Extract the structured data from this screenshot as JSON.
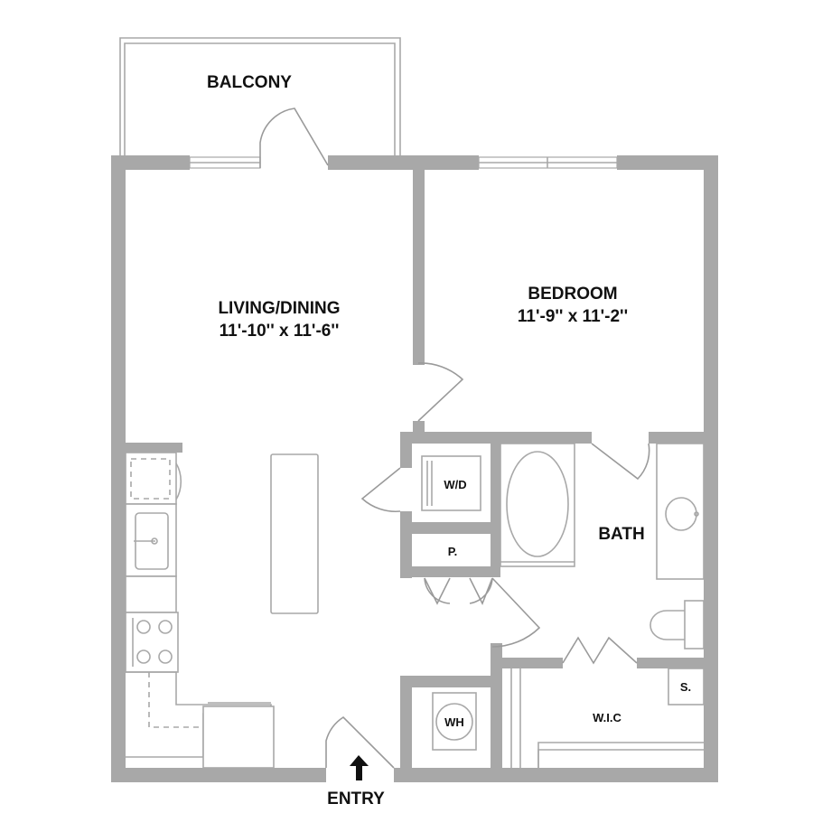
{
  "rooms": {
    "balcony": {
      "name": "BALCONY"
    },
    "living": {
      "name": "LIVING/DINING",
      "dims": "11'-10'' x 11'-6''"
    },
    "bedroom": {
      "name": "BEDROOM",
      "dims": "11'-9'' x 11'-2''"
    },
    "bath": {
      "name": "BATH"
    },
    "wd": {
      "name": "W/D"
    },
    "pantry": {
      "name": "P."
    },
    "wh": {
      "name": "WH"
    },
    "wic": {
      "name": "W.I.C"
    },
    "shelf": {
      "name": "S."
    },
    "entry": {
      "name": "ENTRY"
    }
  },
  "colors": {
    "wall": "#a8a8a8",
    "text": "#111111",
    "background": "#ffffff"
  }
}
